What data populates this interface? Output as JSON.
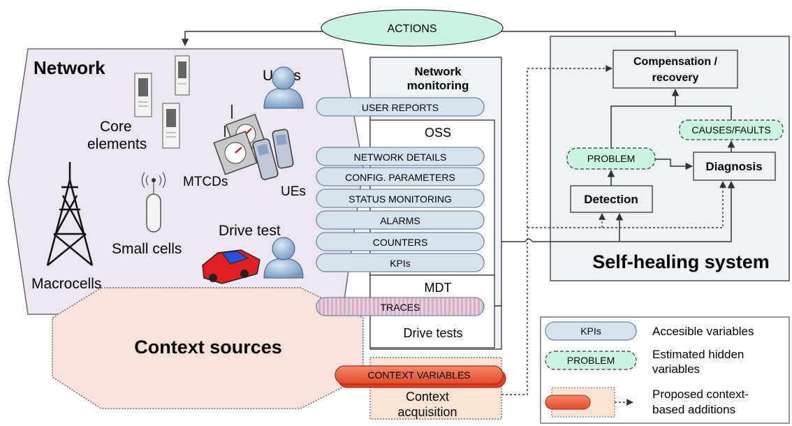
{
  "network": {
    "title": "Network",
    "users": "Users",
    "core_line1": "Core",
    "core_line2": "elements",
    "mtcds": "MTCDs",
    "ues": "UEs",
    "small_cells": "Small cells",
    "macrocells": "Macrocells",
    "drive_test": "Drive test"
  },
  "context_sources": "Context sources",
  "actions": "ACTIONS",
  "monitoring": {
    "title_line1": "Network",
    "title_line2": "monitoring",
    "user_reports": "USER REPORTS",
    "oss": "OSS",
    "oss_items": [
      "NETWORK DETAILS",
      "CONFIG. PARAMETERS",
      "STATUS MONITORING",
      "ALARMS",
      "COUNTERS",
      "KPIs"
    ],
    "mdt": "MDT",
    "traces": "TRACES",
    "drive_tests": "Drive tests"
  },
  "context": {
    "variables": "CONTEXT VARIABLES",
    "acquisition_line1": "Context",
    "acquisition_line2": "acquisition"
  },
  "self_healing": {
    "title": "Self-healing system",
    "compensation_line1": "Compensation /",
    "compensation_line2": "recovery",
    "causes": "CAUSES/FAULTS",
    "problem": "PROBLEM",
    "diagnosis": "Diagnosis",
    "detection": "Detection"
  },
  "legend": {
    "kpis_sample": "KPIs",
    "accessible": "Accesible variables",
    "problem_sample": "PROBLEM",
    "estimated_line1": "Estimated hidden",
    "estimated_line2": "variables",
    "proposed_line1": "Proposed context-",
    "proposed_line2": "based additions"
  },
  "colors": {
    "pill_blue_fill": "#d6e3ef",
    "pill_blue_stroke": "#6f86a0",
    "green_fill": "#c8f5df",
    "network_fill": "#ebe6f0",
    "context_fill": "#f6e1dc",
    "orange": "#f06040",
    "acq_fill": "#fbe3d3",
    "box_fill": "#eef2f7"
  }
}
